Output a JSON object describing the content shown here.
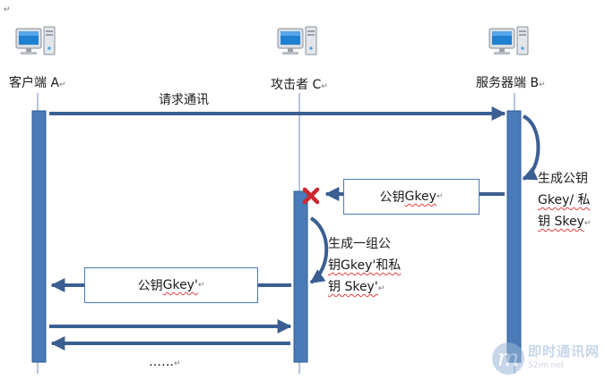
{
  "paragraph_mark": "↵",
  "actors": {
    "client": {
      "label": "客户端 A"
    },
    "attacker": {
      "label": "攻击者 C"
    },
    "server": {
      "label": "服务器端 B"
    }
  },
  "messages": {
    "request": "请求通讯",
    "pubkey_from_server": {
      "prefix": "公钥 ",
      "key": "Gkey"
    },
    "fake_pubkey": {
      "prefix": "公钥 ",
      "key": "Gkey'"
    },
    "ellipsis": "……"
  },
  "notes": {
    "server_generate": {
      "line1": "生成公钥",
      "line2": "Gkey/ 私",
      "line3": "钥 Skey"
    },
    "attacker_generate": {
      "line1": "生成一组公",
      "line2": "钥Gkey'和私",
      "line3": "钥 Skey'"
    }
  },
  "watermark": {
    "cn": "即时通讯网",
    "url": "52im.net",
    "logo": "m"
  },
  "colors": {
    "bar": "#4a7ab8",
    "arrow": "#3b5f93",
    "line": "#6d8fbf",
    "cross": "#c8282e"
  },
  "icons": [
    "computer-icon",
    "cross-icon"
  ]
}
